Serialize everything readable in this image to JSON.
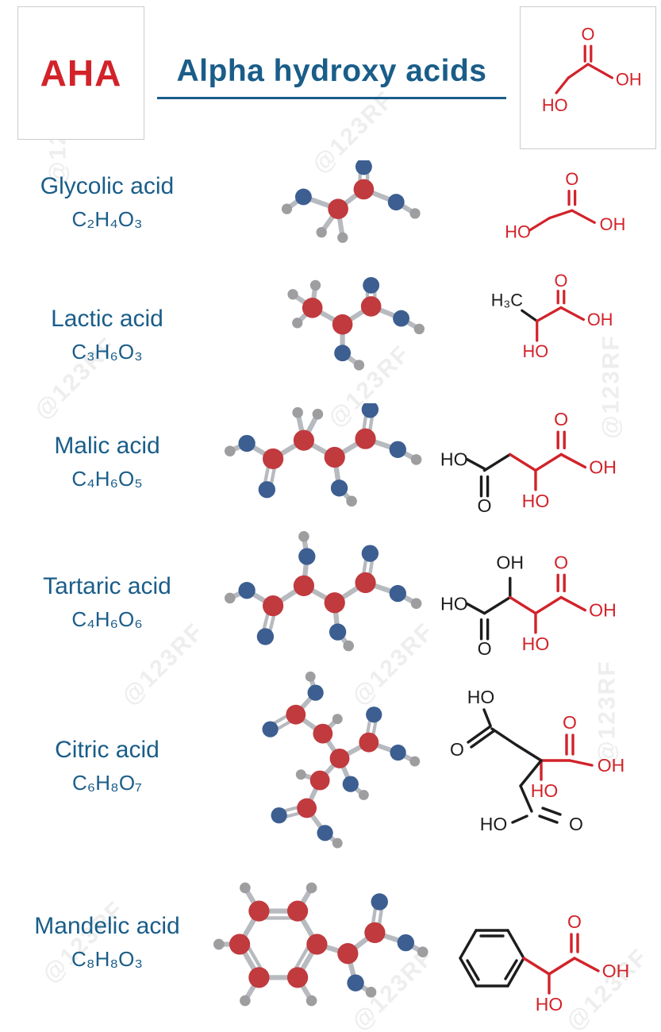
{
  "header": {
    "abbr": "AHA",
    "title": "Alpha hydroxy acids"
  },
  "watermark": {
    "text": "@123RF"
  },
  "labels": {
    "ho": "HO",
    "oh": "OH",
    "o": "O",
    "h3c": "H₃C"
  },
  "acids": [
    {
      "name": "Glycolic acid",
      "formula": "C₂H₄O₃"
    },
    {
      "name": "Lactic acid",
      "formula": "C₃H₆O₃"
    },
    {
      "name": "Malic acid",
      "formula": "C₄H₆O₅"
    },
    {
      "name": "Tartaric acid",
      "formula": "C₄H₆O₆"
    },
    {
      "name": "Citric acid",
      "formula": "C₆H₈O₇"
    },
    {
      "name": "Mandelic acid",
      "formula": "C₈H₈O₃"
    }
  ],
  "colors": {
    "blue": "#1a5d89",
    "red": "#d2232a",
    "black": "#1d1d1f",
    "carbon": "#c03a3e",
    "oxygen": "#3c5e91",
    "hydrogen": "#9e9ea1",
    "bond": "#b7babf",
    "border": "#cccccc",
    "watermark": "#b5b5b5"
  }
}
